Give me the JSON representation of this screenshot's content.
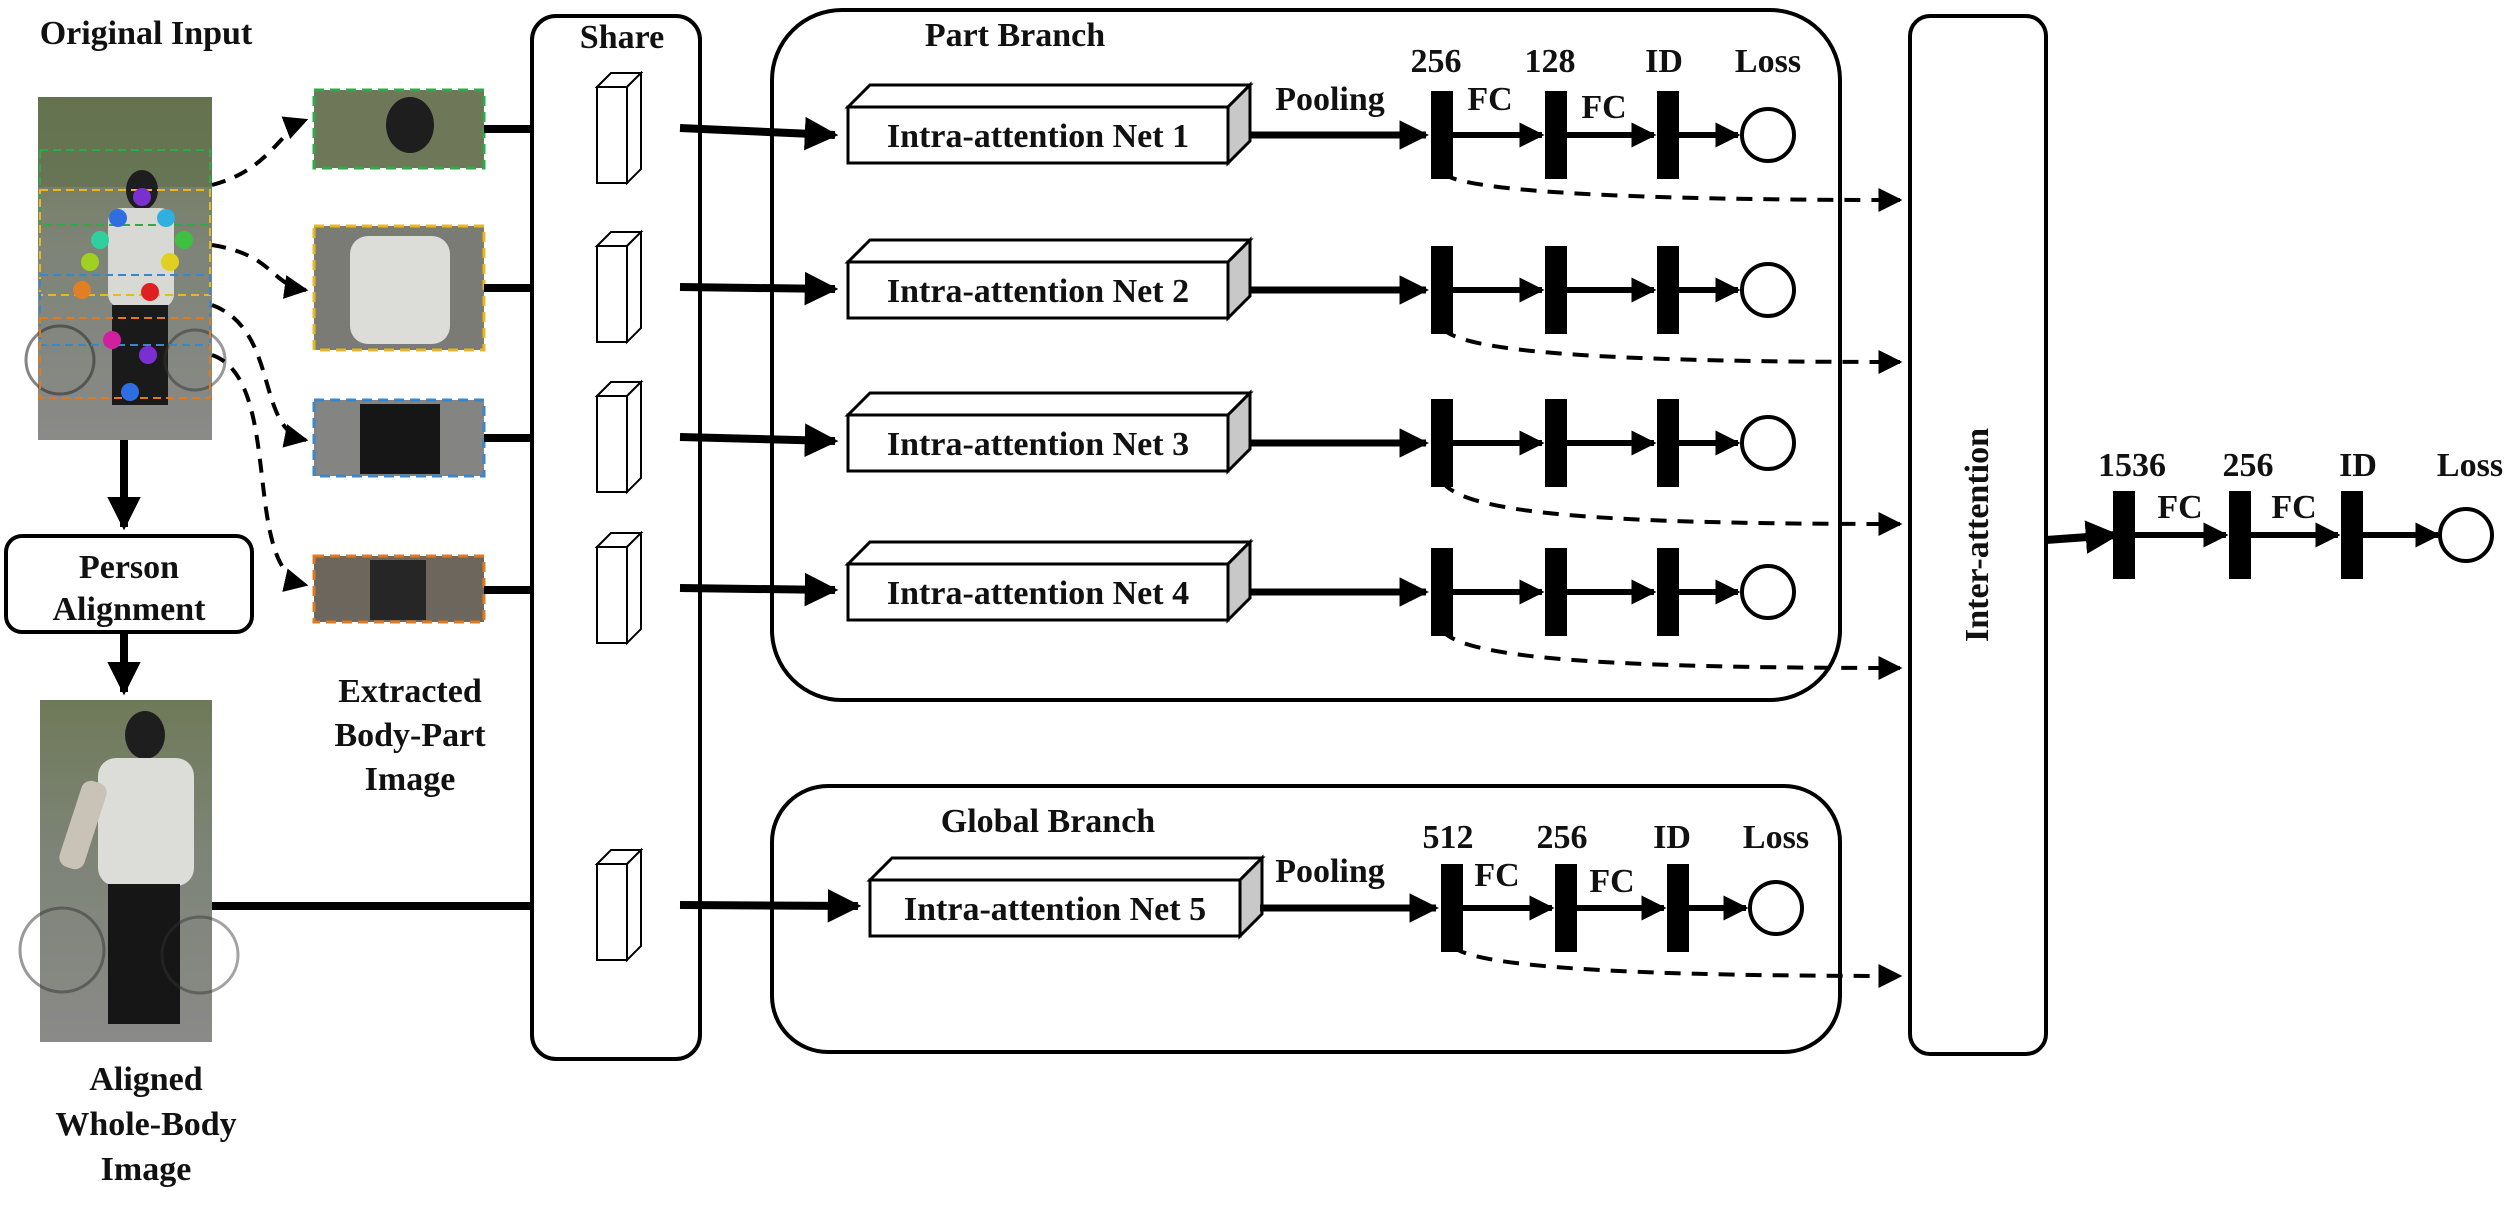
{
  "labels": {
    "original_input": "Original Input",
    "person_alignment_line1": "Person",
    "person_alignment_line2": "Alignment",
    "extracted_line1": "Extracted",
    "extracted_line2": "Body-Part",
    "extracted_line3": "Image",
    "aligned_line1": "Aligned",
    "aligned_line2": "Whole-Body",
    "aligned_line3": "Image",
    "share": "Share",
    "part_branch": "Part Branch",
    "global_branch": "Global Branch",
    "inter_attention": "Inter-attention",
    "pooling": "Pooling",
    "fc": "FC",
    "id": "ID",
    "loss": "Loss"
  },
  "intra_nets": [
    "Intra-attention Net 1",
    "Intra-attention Net 2",
    "Intra-attention Net 3",
    "Intra-attention Net 4",
    "Intra-attention Net 5"
  ],
  "dims": {
    "part": [
      "256",
      "128"
    ],
    "global": [
      "512",
      "256"
    ],
    "final": [
      "1536",
      "256"
    ]
  },
  "colors": {
    "crop_1": "#2eaa4a",
    "crop_2": "#e8b820",
    "crop_3": "#3a86c8",
    "crop_4": "#e07a20",
    "keypoints": [
      "#7a2fd0",
      "#2f6ee0",
      "#2fb0e0",
      "#2fd0a0",
      "#40c040",
      "#a0d020",
      "#e0d020",
      "#e08020",
      "#e02020",
      "#d020a0"
    ]
  }
}
